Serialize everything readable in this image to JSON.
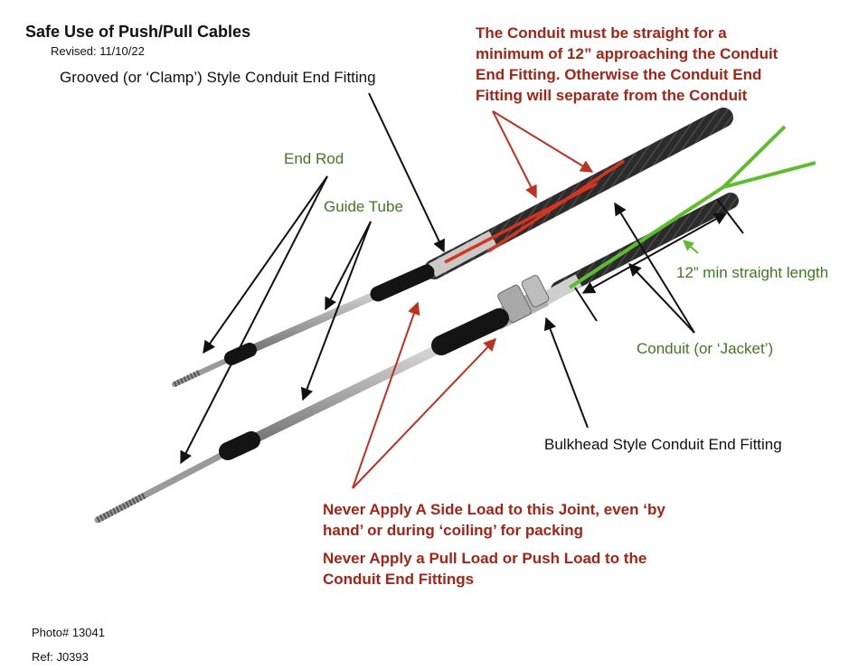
{
  "header": {
    "title": "Safe Use of Push/Pull Cables",
    "revised": "Revised: 11/10/22"
  },
  "labels": {
    "grooved_fitting": "Grooved (or ‘Clamp’) Style Conduit End Fitting",
    "end_rod": "End Rod",
    "guide_tube": "Guide Tube",
    "min_straight": "12” min straight length",
    "conduit": "Conduit (or ‘Jacket’)",
    "bulkhead_fitting": "Bulkhead Style Conduit End Fitting"
  },
  "warnings": {
    "straight": [
      "The Conduit must be straight for a",
      "minimum of 12” approaching the Conduit",
      "End Fitting. Otherwise the Conduit End",
      "Fitting will separate from the Conduit"
    ],
    "side_load": [
      "Never Apply A Side Load to this Joint, even ‘by",
      "hand’ or during ‘coiling’ for packing"
    ],
    "pull_load": [
      "Never Apply a Pull Load or Push Load to the",
      "Conduit End Fittings"
    ]
  },
  "footer": {
    "photo": "Photo# 13041",
    "ref": "Ref: J0393"
  },
  "colors": {
    "annotation_red": "#a52414",
    "annotation_green": "#3f7a1f",
    "line_red": "#d9321e",
    "line_green": "#5cbf2a"
  }
}
